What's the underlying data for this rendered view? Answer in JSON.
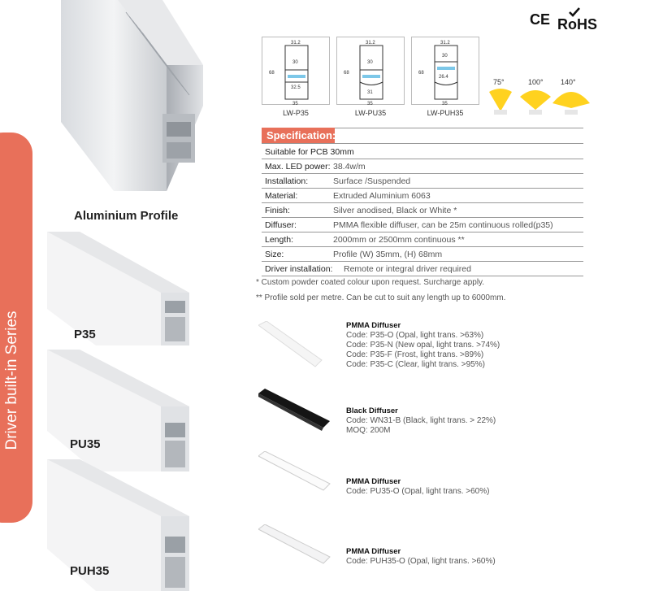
{
  "sidebar": {
    "text": "Driver built-in Series"
  },
  "certifications": {
    "ce": "CE",
    "rohs": "RoHS"
  },
  "profiles": {
    "main_caption": "Aluminium Profile",
    "p35": "P35",
    "pu35": "PU35",
    "puh35": "PUH35"
  },
  "drawings": [
    {
      "label": "LW-P35",
      "width": "31.2",
      "height": "68",
      "inner": "30",
      "pcb": "32.5",
      "base": "35"
    },
    {
      "label": "LW-PU35",
      "width": "31.2",
      "height": "68",
      "inner": "30",
      "pcb": "31",
      "base": "35"
    },
    {
      "label": "LW-PUH35",
      "width": "31.2",
      "height": "68",
      "inner": "30",
      "pcb": "26.4",
      "base": "35"
    }
  ],
  "beam_angles": [
    "75°",
    "100°",
    "140°"
  ],
  "spec": {
    "title": "Specification:",
    "rows": [
      {
        "key": "Suitable for PCB 30mm",
        "value": ""
      },
      {
        "key": "Max. LED power:",
        "value": "38.4w/m"
      },
      {
        "key": "Installation:",
        "value": "Surface /Suspended"
      },
      {
        "key": "Material:",
        "value": "Extruded Aluminium 6063"
      },
      {
        "key": "Finish:",
        "value": "Silver anodised, Black or White *"
      },
      {
        "key": "Diffuser:",
        "value": "PMMA flexible diffuser, can be 25m continuous rolled(p35)"
      },
      {
        "key": "Length:",
        "value": "2000mm or 2500mm continuous **"
      },
      {
        "key": "Size:",
        "value": "Profile (W) 35mm, (H) 68mm"
      },
      {
        "key": "Driver installation:",
        "value": "Remote or integral driver required"
      }
    ],
    "notes": [
      "*  Custom powder coated colour upon request. Surcharge apply.",
      "**  Profile sold per metre. Can be cut to suit any length up to 6000mm."
    ]
  },
  "diffusers": [
    {
      "title": "PMMA Diffuser",
      "lines": [
        "Code: P35-O    (Opal, light trans. >63%)",
        "Code: P35-N    (New opal, light trans. >74%)",
        "Code: P35-F    (Frost, light trans. >89%)",
        "Code: P35-C    (Clear, light trans. >95%)"
      ]
    },
    {
      "title": "Black Diffuser",
      "lines": [
        "Code: WN31-B     (Black, light trans. > 22%)",
        "MOQ:  200M"
      ]
    },
    {
      "title": "PMMA Diffuser",
      "lines": [
        "Code: PU35-O    (Opal, light trans. >60%)"
      ]
    },
    {
      "title": "PMMA Diffuser",
      "lines": [
        "Code: PUH35-O    (Opal, light trans. >60%)"
      ]
    }
  ],
  "colors": {
    "accent": "#e8705a",
    "led": "#ffd21f"
  }
}
